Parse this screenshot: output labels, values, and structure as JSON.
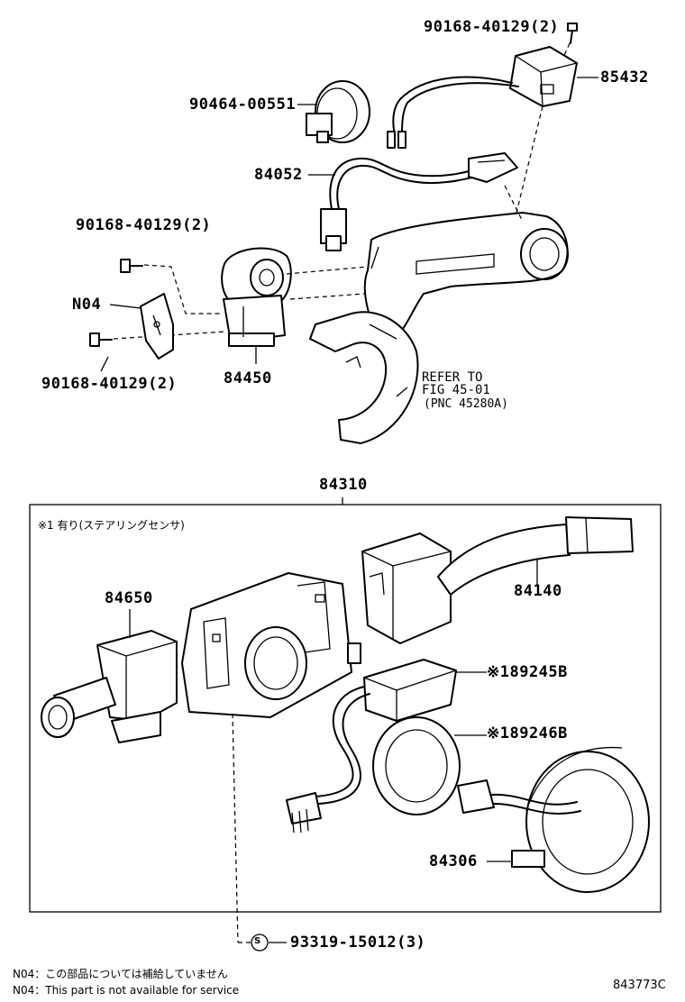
{
  "parts": {
    "bolt_top": "90168-40129(2)",
    "p85432": "85432",
    "p90464": "90464-00551",
    "p84052": "84052",
    "bolt_mid": "90168-40129(2)",
    "n04": "N04",
    "bolt_low": "90168-40129(2)",
    "p84450": "84450",
    "p84310": "84310",
    "p84650": "84650",
    "p84140": "84140",
    "p89245b": "※189245B",
    "p89246b": "※189246B",
    "p84306": "84306",
    "screw": "93319-15012(3)"
  },
  "refer": {
    "line1": "REFER TO",
    "line2": "FIG 45-01",
    "line3": "(PNC 45280A)"
  },
  "box_note": "※1 有り(ステアリングセンサ)",
  "screw_symbol": "S",
  "footnotes": {
    "jp": "N04：この部品については補給していません",
    "en": "N04：This part is not available for service"
  },
  "figure_code": "843773C"
}
